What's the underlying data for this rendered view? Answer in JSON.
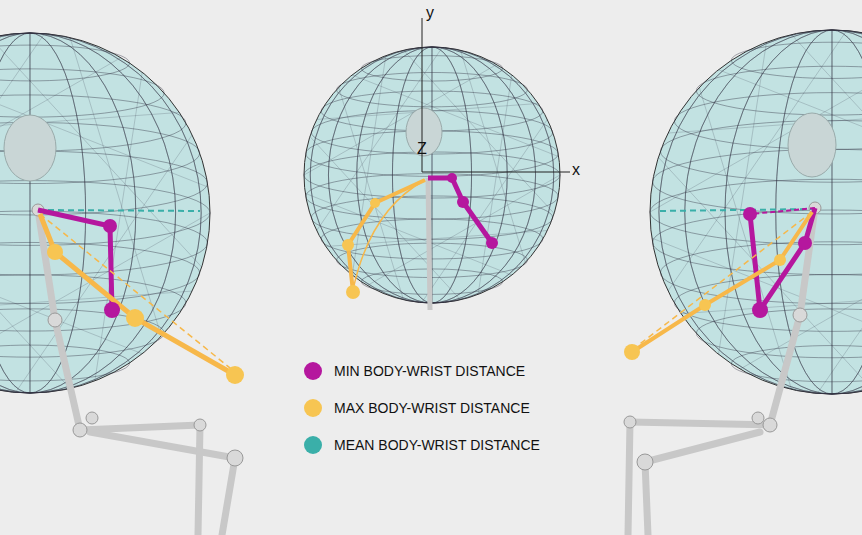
{
  "diagram": {
    "labels": [
      "y",
      "Z",
      "x"
    ],
    "legend": [
      {
        "text": "MIN BODY-WRIST DISTANCE",
        "color": "#b5179e"
      },
      {
        "text": "MAX BODY-WRIST DISTANCE",
        "color": "#f7c552"
      },
      {
        "text": "MEAN BODY-WRIST DISTANCE",
        "color": "#3aafa9"
      }
    ]
  }
}
